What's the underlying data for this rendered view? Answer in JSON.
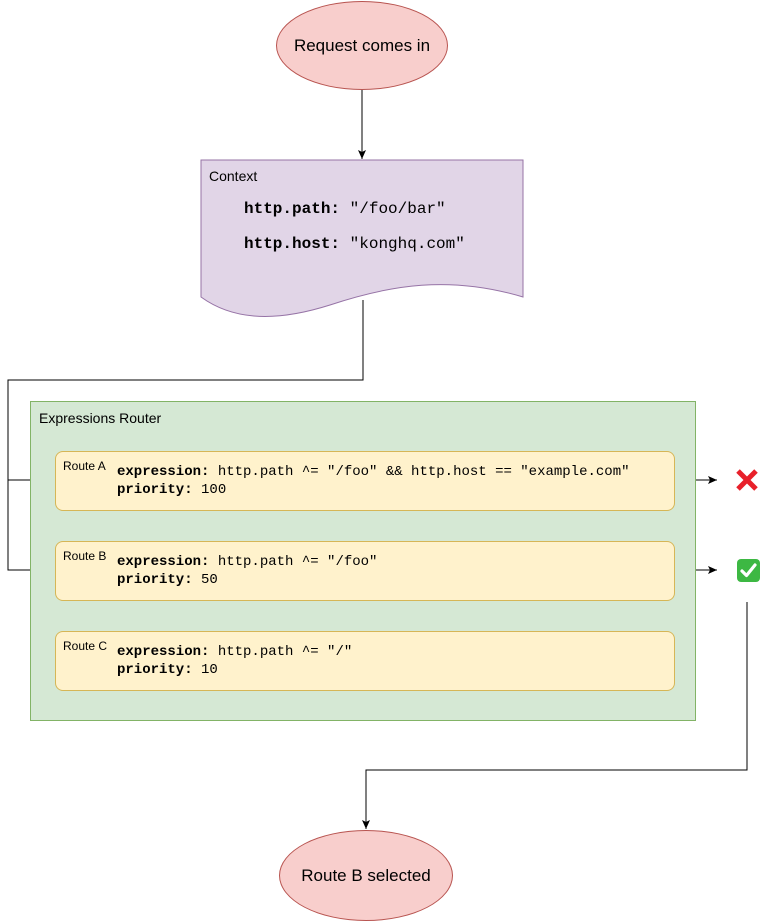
{
  "colors": {
    "start_fill": "#f8cecc",
    "start_stroke": "#b85450",
    "context_fill": "#e1d5e7",
    "context_stroke": "#9673a6",
    "router_fill": "#d5e8d4",
    "router_stroke": "#82b366",
    "route_fill": "#fff2cc",
    "route_stroke": "#d6b656",
    "reject": "#e8202a",
    "accept": "#3db843"
  },
  "start": {
    "label": "Request comes in"
  },
  "context": {
    "label": "Context",
    "fields": [
      {
        "key": "http.path",
        "value": "\"/foo/bar\""
      },
      {
        "key": "http.host",
        "value": "\"konghq.com\""
      }
    ]
  },
  "router": {
    "label": "Expressions Router",
    "routes": [
      {
        "name": "Route A",
        "expression_key": "expression",
        "expression": "http.path ^= \"/foo\" && http.host == \"example.com\"",
        "priority_key": "priority",
        "priority": "100",
        "result": "x-icon"
      },
      {
        "name": "Route B",
        "expression_key": "expression",
        "expression": "http.path ^= \"/foo\"",
        "priority_key": "priority",
        "priority": "50",
        "result": "check-icon"
      },
      {
        "name": "Route C",
        "expression_key": "expression",
        "expression": "http.path ^= \"/\"",
        "priority_key": "priority",
        "priority": "10",
        "result": ""
      }
    ]
  },
  "end": {
    "label": "Route B selected"
  }
}
